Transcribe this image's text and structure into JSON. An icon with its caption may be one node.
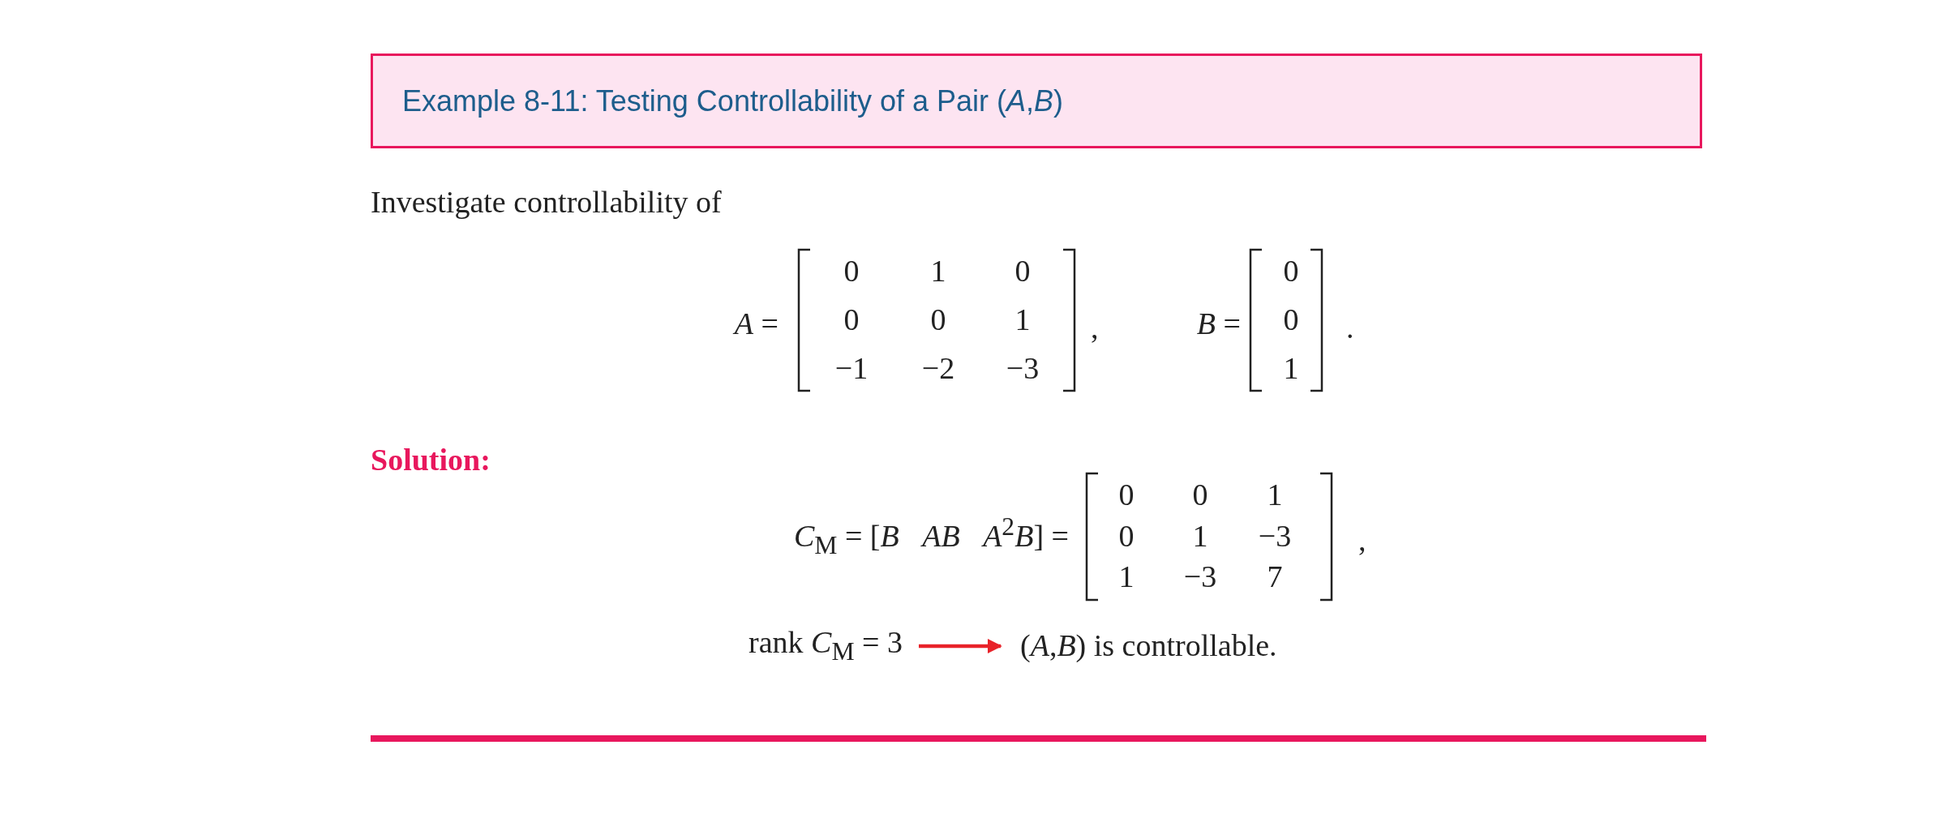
{
  "diagram": {
    "title": "Example 8-11: Testing Controllability of a Pair (*A*,*B*)",
    "nodes": [
      {
        "text": [
          "rank *C*$_{M}$ = 3"
        ]
      },
      {
        "text": [
          "(*A*,*B*) is controllable."
        ]
      }
    ],
    "edges": [
      {
        "from": 0,
        "to": 1,
        "arrow": "to"
      }
    ],
    "labels": [
      "Investigate controllability of",
      "*A* =",
      "0",
      "1",
      "0",
      "0",
      "0",
      "1",
      "−1",
      "−2",
      "−3",
      ",",
      "*B* =",
      "0",
      "0",
      "1",
      ".",
      "Solution:",
      "*C*$_{M}$ = [*B*   *AB*   *A*$^{2}$*B*] =",
      "0",
      "0",
      "1",
      "0",
      "1",
      "−3",
      "1",
      "−3",
      "7",
      ","
    ]
  }
}
